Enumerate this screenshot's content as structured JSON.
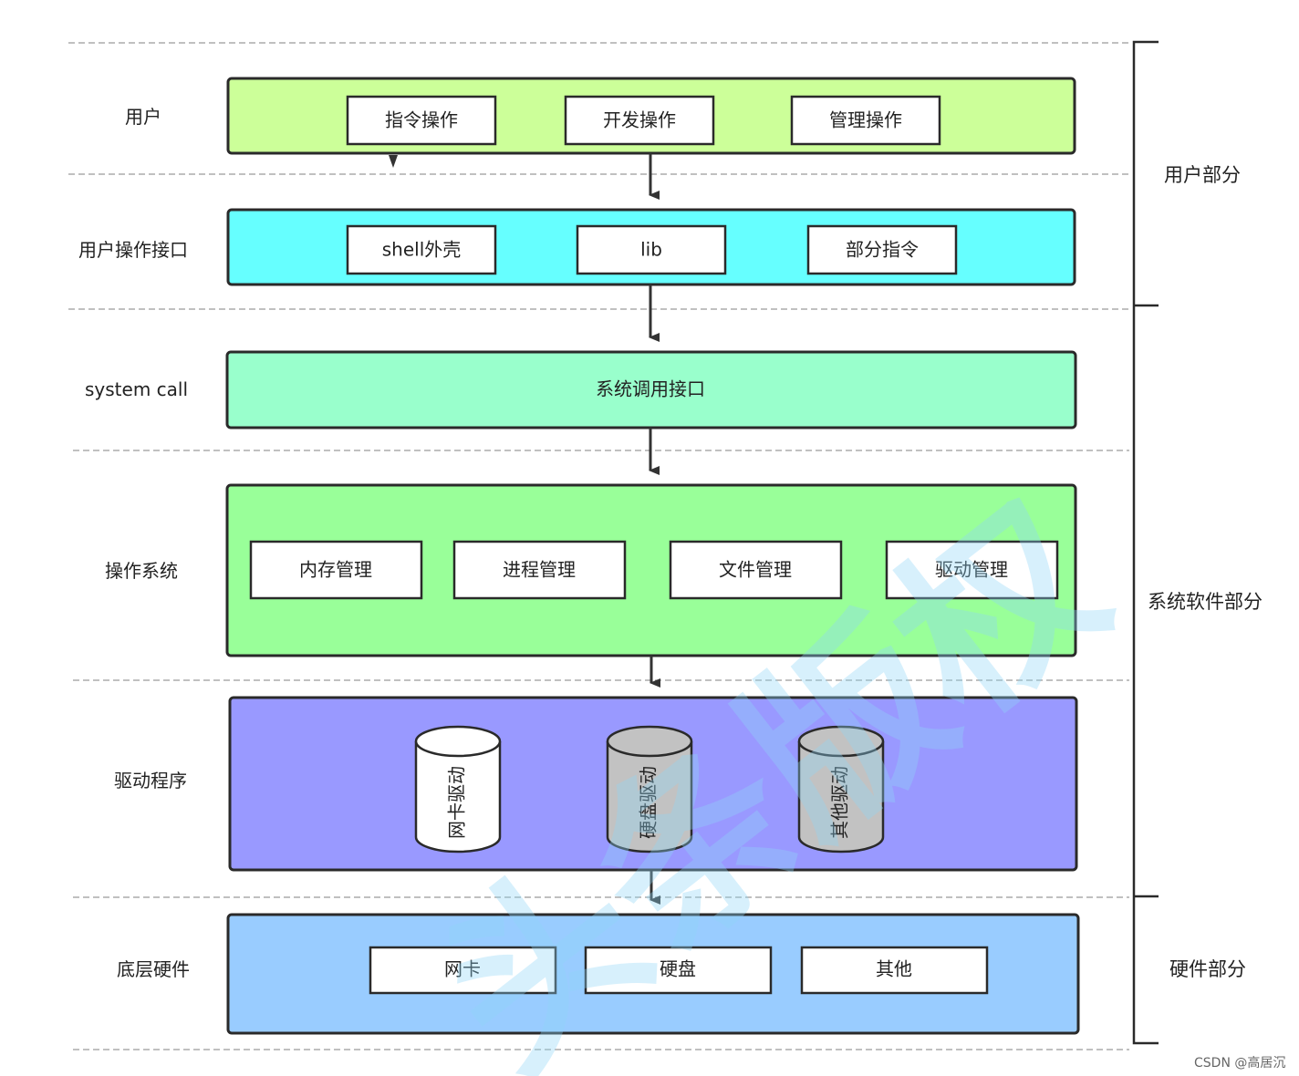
{
  "layers": [
    {
      "label": "用户",
      "color": "#ccff99",
      "boxes": [
        "指令操作",
        "开发操作",
        "管理操作"
      ]
    },
    {
      "label": "用户操作接口",
      "color": "#66ffff",
      "boxes": [
        "shell外壳",
        "lib",
        "部分指令"
      ]
    },
    {
      "label": "system call",
      "color": "#99ffcc",
      "boxes": [
        "系统调用接口"
      ]
    },
    {
      "label": "操作系统",
      "color": "#99ff99",
      "boxes": [
        "内存管理",
        "进程管理",
        "文件管理",
        "驱动管理"
      ]
    },
    {
      "label": "驱动程序",
      "color": "#9999ff",
      "cylinders": [
        "网卡驱动",
        "硬盘驱动",
        "其他驱动"
      ]
    },
    {
      "label": "底层硬件",
      "color": "#99ccff",
      "boxes": [
        "网卡",
        "硬盘",
        "其他"
      ]
    }
  ],
  "sections": [
    {
      "label": "用户部分"
    },
    {
      "label": "系统软件部分"
    },
    {
      "label": "硬件部分"
    }
  ],
  "watermark": "头条版权",
  "footer": "CSDN @高居沉"
}
